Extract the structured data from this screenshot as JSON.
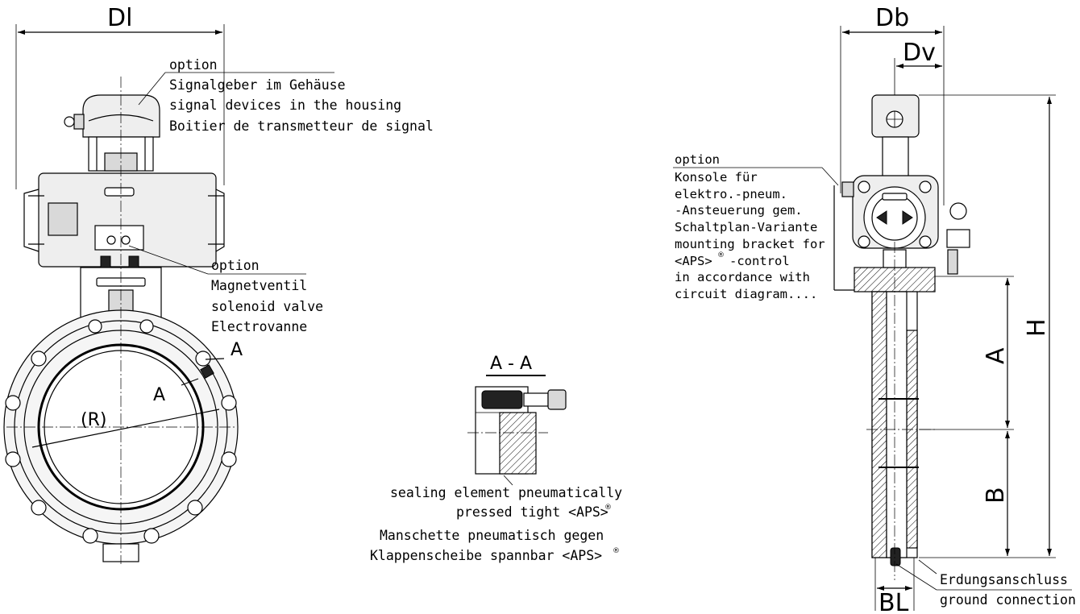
{
  "front_view": {
    "dim_width": "Dl",
    "radius_label": "(R)",
    "section_marker": "A",
    "signal_note": {
      "option": "option",
      "de": "Signalgeber im Gehäuse",
      "en": "signal devices in the housing",
      "fr": "Boitier de transmetteur de signal"
    },
    "solenoid_note": {
      "option": "option",
      "de": "Magnetventil",
      "en": "solenoid valve",
      "fr": "Electrovanne"
    }
  },
  "section_view": {
    "title": "A - A",
    "en_line1": "sealing element pneumatically",
    "en_line2": "pressed tight <APS>",
    "de_line1": "Manschette pneumatisch gegen",
    "de_line2": "Klappenscheibe spannbar <APS>",
    "superscript": "®"
  },
  "side_view": {
    "dim_db": "Db",
    "dim_dv": "Dv",
    "dim_h": "H",
    "dim_a": "A",
    "dim_b": "B",
    "dim_bl": "BL",
    "bracket_note": {
      "option": "option",
      "line1": "Konsole für",
      "line2": "elektro.-pneum.",
      "line3": "-Ansteuerung gem.",
      "line4": "Schaltplan-Variante",
      "line5": "mounting bracket for",
      "line6": "<APS>",
      "line6b": "-control",
      "line7": "in accordance with",
      "line8": "circuit diagram...."
    },
    "ground_note": {
      "de": "Erdungsanschluss",
      "en": "ground connection"
    }
  }
}
